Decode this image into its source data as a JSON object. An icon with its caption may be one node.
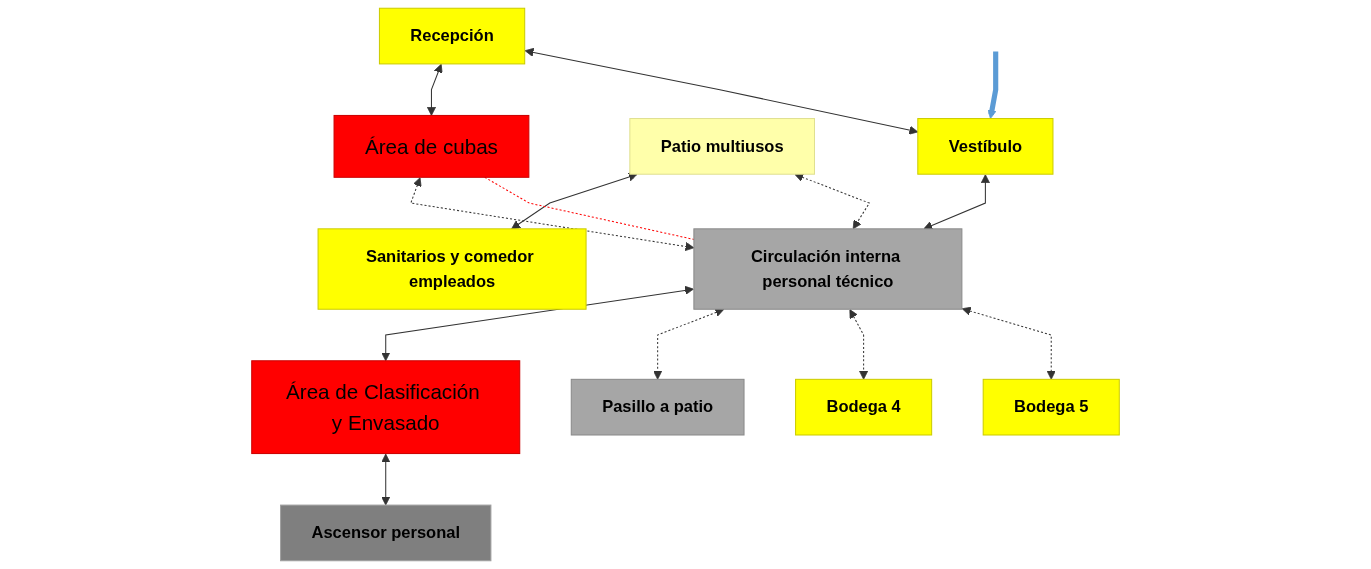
{
  "diagram": {
    "nodes": [
      {
        "text": [
          "Recepción"
        ]
      },
      {
        "text": [
          "Área de cubas"
        ]
      },
      {
        "text": [
          "Patio multiusos"
        ]
      },
      {
        "text": [
          "Sanitarios y comedor empleados"
        ]
      },
      {
        "text": [
          "Vestíbulo"
        ]
      },
      {
        "text": [
          "Circulación interna personal técnico"
        ]
      },
      {
        "text": [
          "Área de Clasificación y Envasado"
        ]
      },
      {
        "text": [
          "Pasillo a patio"
        ]
      },
      {
        "text": [
          "Bodega 4"
        ]
      },
      {
        "text": [
          "Bodega 5"
        ]
      },
      {
        "text": [
          "Ascensor personal"
        ]
      }
    ],
    "edges": [
      {
        "from": null,
        "to": 4,
        "arrow": "to",
        "style": "thick",
        "color": "#5b9bd5"
      },
      {
        "from": 0,
        "to": 1,
        "arrow": "both"
      },
      {
        "from": 0,
        "to": 4,
        "arrow": "both"
      },
      {
        "from": 2,
        "to": 3,
        "arrow": "both"
      },
      {
        "from": 1,
        "to": 5,
        "arrow": "both",
        "style": "dashed"
      },
      {
        "from": 1,
        "to": 5,
        "arrow": "none",
        "style": "dashed",
        "color": "#ff0000"
      },
      {
        "from": 2,
        "to": 5,
        "arrow": "both",
        "style": "dashed"
      },
      {
        "from": 4,
        "to": 5,
        "arrow": "both"
      },
      {
        "from": 5,
        "to": 6,
        "arrow": "both"
      },
      {
        "from": 5,
        "to": 7,
        "arrow": "both",
        "style": "dashed"
      },
      {
        "from": 5,
        "to": 8,
        "arrow": "both",
        "style": "dashed"
      },
      {
        "from": 5,
        "to": 9,
        "arrow": "both",
        "style": "dashed"
      },
      {
        "from": 6,
        "to": 10,
        "arrow": "both"
      }
    ]
  }
}
